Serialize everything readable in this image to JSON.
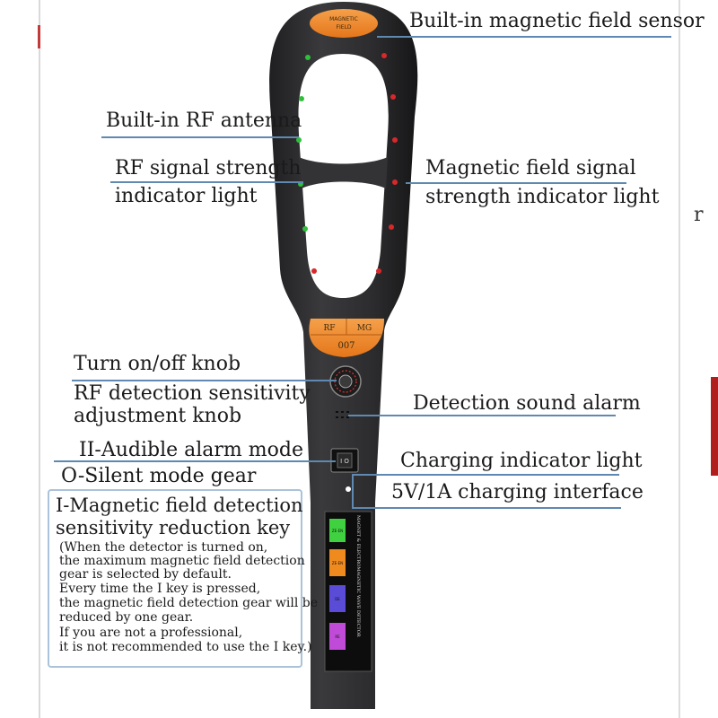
{
  "labels": {
    "sensor": "Built-in magnetic field sensor",
    "antenna": "Built-in RF antenna",
    "rf_indicator_1": "RF signal strength",
    "rf_indicator_2": "indicator light",
    "mag_indicator_1": "Magnetic field signal",
    "mag_indicator_2": "strength indicator light",
    "knob": "Turn on/off knob",
    "sensitivity_1": "RF detection sensitivity",
    "sensitivity_2": "adjustment knob",
    "alarm": "Detection sound alarm",
    "audible": "II-Audible alarm mode",
    "silent": "O-Silent mode gear",
    "charging_light": "Charging indicator light",
    "charging_port": "5V/1A charging interface"
  },
  "note": {
    "title_1": "I-Magnetic field detection",
    "title_2": "sensitivity reduction key",
    "lines": [
      "(When the detector is turned on,",
      "the maximum magnetic field detection",
      "gear is selected by default.",
      "Every time the I key is pressed,",
      "the magnetic field detection gear will be",
      "reduced by one gear.",
      "If you are not a professional,",
      "it is not recommended to use the I key.)"
    ]
  },
  "device": {
    "top_badge_1": "MAGNETIC",
    "top_badge_2": "FIELD",
    "panel_left": "RF",
    "panel_right": "MG",
    "model": "007",
    "side_text": "MAGNET & ELECTROMAGNETIC WAVE DETECTOR",
    "buttons": [
      "ZE-EN",
      "ZE-EN",
      "DE",
      "RE"
    ],
    "switch_text": "I O",
    "colors": {
      "body": "#2e2e30",
      "orange": "#f08a2a",
      "green_led": "#2fbf3a",
      "red_led": "#d8282a",
      "leader": "#5f89b0",
      "button_green": "#3fd13f",
      "button_orange": "#ef8a1f",
      "button_blue": "#5a4cd6",
      "button_purple": "#c04bd8"
    }
  },
  "stray_char": "r"
}
